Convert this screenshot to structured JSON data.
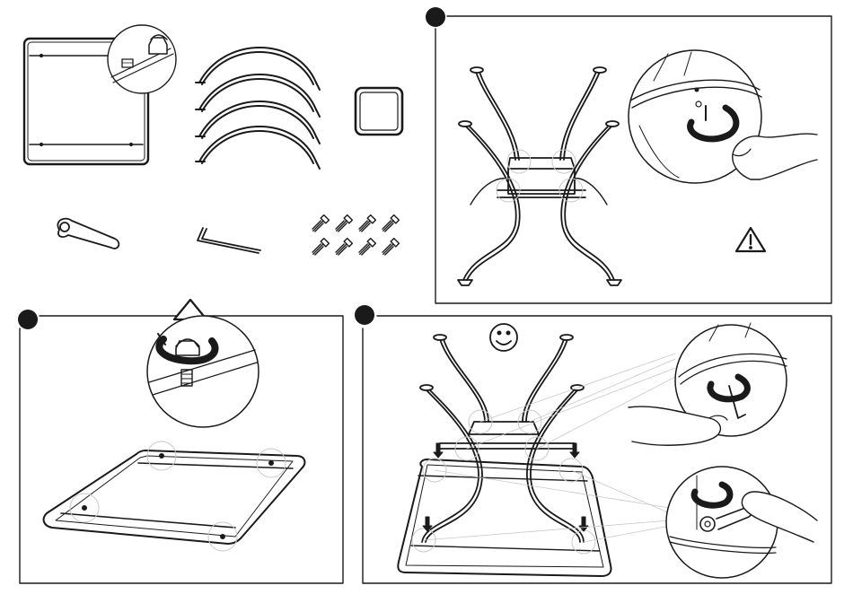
{
  "diagram": {
    "title": "",
    "parts": [
      {
        "name": "table-top-panel",
        "icon": "tabletop-icon"
      },
      {
        "name": "cap-nut-detail",
        "icon": "cap-nut-icon"
      },
      {
        "name": "curved-legs",
        "icon": "curved-leg-icon",
        "count": 4
      },
      {
        "name": "square-frame",
        "icon": "square-frame-icon"
      },
      {
        "name": "spanner",
        "icon": "spanner-icon"
      },
      {
        "name": "allen-key",
        "icon": "allen-key-icon"
      },
      {
        "name": "bolts",
        "icon": "bolt-icon",
        "count": 8
      }
    ],
    "steps": [
      {
        "name": "step-1",
        "marker": "filled-circle",
        "icons": [
          "leg-frame-icon",
          "magnifier-bolt-icon",
          "warning-icon"
        ]
      },
      {
        "name": "step-2",
        "marker": "filled-circle",
        "icons": [
          "remove-nut-icon",
          "up-arrow-icon",
          "rotate-arrow-icon"
        ]
      },
      {
        "name": "step-3",
        "marker": "filled-circle",
        "icons": [
          "smiley-icon",
          "down-arrow-icon",
          "allen-key-icon",
          "spanner-icon"
        ]
      }
    ],
    "colors": {
      "ink": "#1a1a1a",
      "paper": "#ffffff",
      "light": "#c8c8c8"
    }
  }
}
